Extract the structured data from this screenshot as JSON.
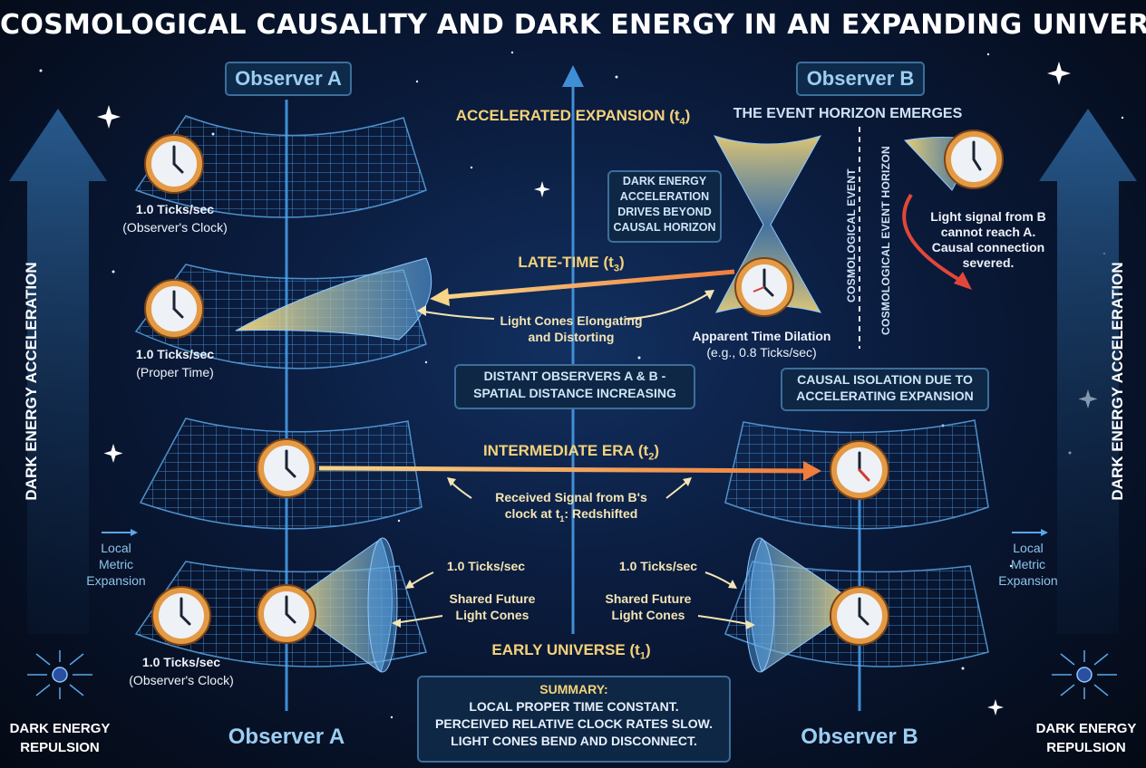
{
  "title": "COSMOLOGICAL CAUSALITY AND DARK ENERGY IN AN EXPANDING UNIVERSE",
  "observer_a_top": "Observer A",
  "observer_b_top": "Observer B",
  "observer_a_bottom": "Observer A",
  "observer_b_bottom": "Observer B",
  "eras": {
    "t4": {
      "label": "ACCELERATED EXPANSION (t",
      "sub": "4",
      "close": ")"
    },
    "t3": {
      "label": "LATE-TIME (t",
      "sub": "3",
      "close": ")"
    },
    "t2": {
      "label": "INTERMEDIATE ERA (t",
      "sub": "2",
      "close": ")"
    },
    "t1": {
      "label": "EARLY UNIVERSE (t",
      "sub": "1",
      "close": ")"
    }
  },
  "event_horizon_emerges": "THE EVENT HORIZON EMERGES",
  "left_labels": {
    "top_rate": "1.0 Ticks/sec",
    "top_note": "(Observer's Clock)",
    "mid_rate": "1.0 Ticks/sec",
    "mid_note": "(Proper Time)",
    "bottom_rate": "1.0 Ticks/sec",
    "bottom_note": "(Observer's Clock)"
  },
  "dark_energy_box": [
    "DARK ENERGY",
    "ACCELERATION",
    "DRIVES BEYOND",
    "CAUSAL HORIZON"
  ],
  "light_signal_b": [
    "Light signal from B",
    "cannot reach A.",
    "Causal connection",
    "severed."
  ],
  "light_cones_elongating": [
    "Light Cones Elongating",
    "and Distorting"
  ],
  "apparent_dilation": "Apparent Time Dilation",
  "apparent_dilation_example": "(e.g., 0.8 Ticks/sec)",
  "vertical_cosmological_event": "COSMOLOGICAL EVENT",
  "vertical_event_horizon": "COSMOLOGICAL EVENT HORIZON",
  "distant_box": [
    "DISTANT OBSERVERS A & B -",
    "SPATIAL DISTANCE INCREASING"
  ],
  "causal_box": [
    "CAUSAL ISOLATION DUE TO",
    "ACCELERATING EXPANSION"
  ],
  "received_signal": {
    "line1": "Received Signal from B's",
    "line2_a": "clock at t",
    "line2_sub": "1",
    "line2_b": ": Redshifted"
  },
  "ticks_center_left": "1.0 Ticks/sec",
  "ticks_center_right": "1.0 Ticks/sec",
  "shared_future_left": [
    "Shared Future",
    "Light Cones"
  ],
  "shared_future_right": [
    "Shared Future",
    "Light Cones"
  ],
  "local_metric_left": [
    "Local",
    "Metric",
    "Expansion"
  ],
  "local_metric_right": [
    "Local",
    "Metric",
    "Expansion"
  ],
  "side_label": "DARK ENERGY ACCELERATION",
  "repulsion": [
    "DARK ENERGY",
    "REPULSION"
  ],
  "summary": [
    "SUMMARY:",
    "LOCAL PROPER TIME CONSTANT.",
    "PERCEIVED RELATIVE CLOCK RATES SLOW.",
    "LIGHT CONES BEND AND DISCONNECT."
  ],
  "colors": {
    "accent_blue": "#3f8fd6",
    "signal_orange": "#f08a3a",
    "text_yellow": "#f5d27a",
    "severed_red": "#e0473a"
  }
}
